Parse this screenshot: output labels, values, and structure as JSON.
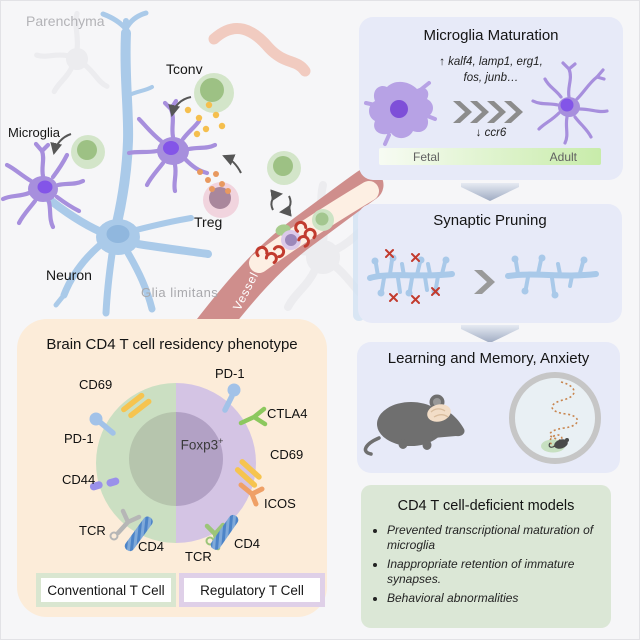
{
  "colors": {
    "panel_lavender": "#e7eaf8",
    "panel_green": "#dbe7d6",
    "panel_peach": "#fcecd9",
    "microglia_purple": "#a78fdd",
    "neuron_blue": "#aacae9",
    "tcell_green": "#d3e5c9",
    "treg_pink": "#f1d4de",
    "vessel_red": "#cf8e8c",
    "timeline_green": "#c8ecaa",
    "pruning_x_red": "#c23b2e",
    "cd69_yellow": "#f6c44f",
    "ctla4_green": "#8cc85e",
    "icos_orange": "#efa066",
    "cd44_purple": "#9a90ea",
    "cd4_blue": "#4d84c8"
  },
  "scene": {
    "parenchyma_label": "Parenchyma",
    "tconv_label": "Tconv",
    "microglia_label": "Microglia",
    "treg_label": "Treg",
    "neuron_label": "Neuron",
    "glia_limitans_label": "Glia limitans",
    "vessel_label": "Vessel"
  },
  "maturation_box": {
    "title": "Microglia Maturation",
    "upregulated_line1": "↑ kalf4, lamp1, erg1,",
    "upregulated_line2": "fos, junb…",
    "downregulated": "↓ ccr6",
    "timeline_left": "Fetal",
    "timeline_right": "Adult"
  },
  "pruning_box": {
    "title": "Synaptic Pruning"
  },
  "behavior_box": {
    "title": "Learning and Memory, Anxiety"
  },
  "deficient_box": {
    "title": "CD4 T cell-deficient  models",
    "bullets": [
      "Prevented transcriptional maturation of microglia",
      "Inappropriate retention of immature synapses.",
      "Behavioral abnormalities"
    ]
  },
  "phenotype_box": {
    "title": "Brain CD4 T cell residency phenotype",
    "foxp3": {
      "base": "Foxp3",
      "sup": "+"
    },
    "labels": {
      "cd69_left": "CD69",
      "pd1_left": "PD-1",
      "cd44": "CD44",
      "tcr_left": "TCR",
      "cd4_left": "CD4",
      "pd1_right": "PD-1",
      "ctla4": "CTLA4",
      "cd69_right": "CD69",
      "icos": "ICOS",
      "cd4_right": "CD4",
      "tcr_right": "TCR"
    },
    "legend_conventional": "Conventional T Cell",
    "legend_regulatory": "Regulatory T Cell"
  }
}
